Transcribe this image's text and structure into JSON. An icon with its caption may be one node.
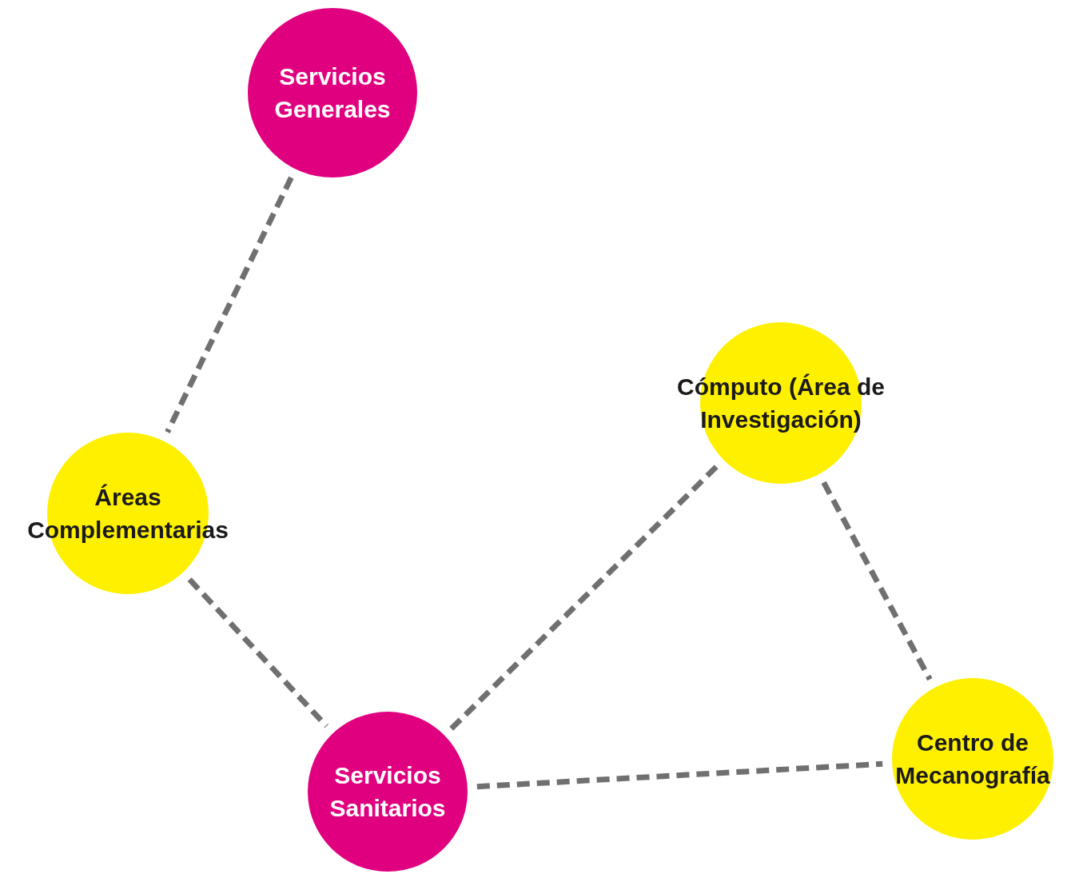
{
  "diagram": {
    "nodes": [
      {
        "text": [
          "Servicios Generales"
        ]
      },
      {
        "text": [
          "Áreas Complementarias"
        ]
      },
      {
        "text": [
          "Cómputo (Área de Investigación)"
        ]
      },
      {
        "text": [
          "Servicios Sanitarios"
        ]
      },
      {
        "text": [
          "Centro de Mecanografía"
        ]
      }
    ],
    "edges": [
      {
        "from": 0,
        "to": 1,
        "arrow": "none",
        "style": "dashed"
      },
      {
        "from": 1,
        "to": 3,
        "arrow": "none",
        "style": "dashed"
      },
      {
        "from": 3,
        "to": 2,
        "arrow": "none",
        "style": "dashed"
      },
      {
        "from": 2,
        "to": 4,
        "arrow": "none",
        "style": "dashed"
      },
      {
        "from": 3,
        "to": 4,
        "arrow": "none",
        "style": "dashed"
      }
    ]
  }
}
